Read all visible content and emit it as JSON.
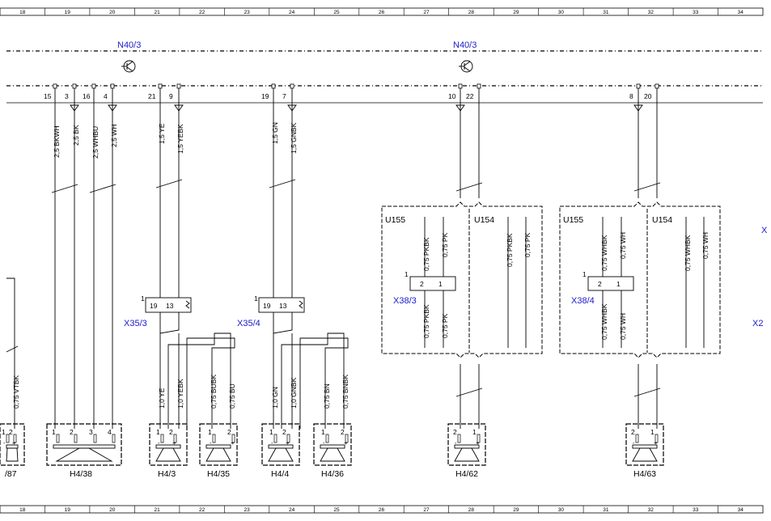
{
  "grid": {
    "columns": [
      "18",
      "19",
      "20",
      "21",
      "22",
      "23",
      "24",
      "25",
      "26",
      "27",
      "28",
      "29",
      "30",
      "31",
      "32",
      "33",
      "34"
    ]
  },
  "modules": {
    "left_module": "N40/3",
    "right_module": "N40/3"
  },
  "connectors": {
    "x35_3": "X35/3",
    "x35_4": "X35/4",
    "x38_3": "X38/3",
    "x38_4": "X38/4",
    "right_edge_top": "X",
    "right_edge_bottom": "X2"
  },
  "units": {
    "u155": "U155",
    "u154": "U154"
  },
  "pins": {
    "n40_top": [
      "15",
      "3",
      "16",
      "4",
      "21",
      "9",
      "19",
      "7",
      "10",
      "22",
      "8",
      "20"
    ],
    "connector_left": "1",
    "x35_pins": [
      "19",
      "13"
    ],
    "x38_pins": [
      "2",
      "1"
    ],
    "speaker_pins": [
      "1",
      "2",
      "3",
      "4"
    ],
    "speaker_pins_2": [
      "1",
      "2"
    ],
    "speaker_pins_2_rev": [
      "2",
      "1"
    ],
    "plus": "+",
    "minus": "-"
  },
  "wires": {
    "top": [
      "2,5 BKWH",
      "2,5 BK",
      "2,5 WHBU",
      "2,5 WH",
      "1,5 YE",
      "1,5 YEBK",
      "1,5 GN",
      "1,5 GNBK"
    ],
    "bottom": [
      "1,0 YE",
      "1,0 YEBK",
      "0,75 BUBK",
      "0,75 BU",
      "1,0 GN",
      "1,0 GNBK",
      "0,75 BN",
      "0,75 BNBK"
    ],
    "left_edge": "0,75 VTBK",
    "u155_left": [
      "0,75 PKBK",
      "0,75 PK"
    ],
    "u155_left_lower": [
      "0,75 PKBK",
      "0,75 PK"
    ],
    "u154_left": [
      "0,75 PKBK",
      "0,75 PK"
    ],
    "u155_right": [
      "0,75 WHBK",
      "0,75 WH"
    ],
    "u155_right_lower": [
      "0,75 WHBK",
      "0,75 WH"
    ],
    "u154_right": [
      "0,75 WHBK",
      "0,75 WH"
    ]
  },
  "components": {
    "h4_87_partial": "/87",
    "h4_38": "H4/38",
    "h4_3": "H4/3",
    "h4_35": "H4/35",
    "h4_4": "H4/4",
    "h4_36": "H4/36",
    "h4_62": "H4/62",
    "h4_63": "H4/63"
  }
}
